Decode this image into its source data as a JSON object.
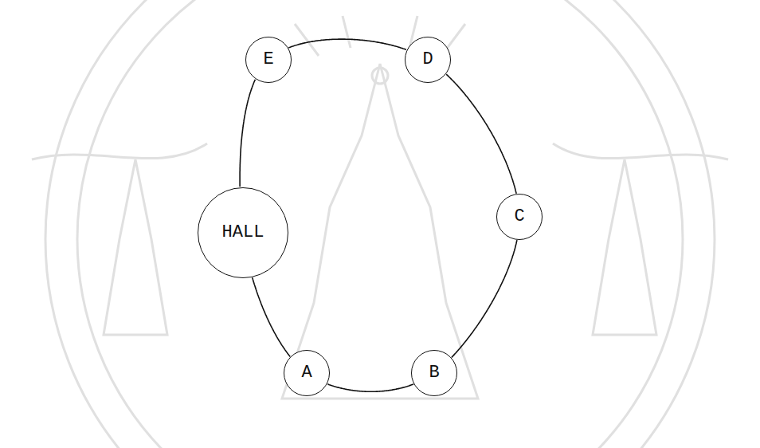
{
  "diagram": {
    "nodes": [
      {
        "text": [
          "E"
        ]
      },
      {
        "text": [
          "D"
        ]
      },
      {
        "text": [
          "C"
        ]
      },
      {
        "text": [
          "HALL"
        ]
      },
      {
        "text": [
          "A"
        ]
      },
      {
        "text": [
          "B"
        ]
      }
    ],
    "edges": [
      {
        "from": 3,
        "to": 0,
        "arrow": "none"
      },
      {
        "from": 0,
        "to": 1,
        "arrow": "none"
      },
      {
        "from": 1,
        "to": 2,
        "arrow": "none"
      },
      {
        "from": 2,
        "to": 5,
        "arrow": "none"
      },
      {
        "from": 5,
        "to": 4,
        "arrow": "none"
      },
      {
        "from": 4,
        "to": 3,
        "arrow": "none"
      }
    ]
  }
}
